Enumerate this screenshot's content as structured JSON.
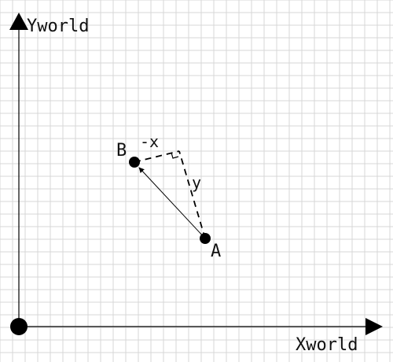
{
  "axes": {
    "y_label": "Yworld",
    "x_label": "Xworld"
  },
  "points": {
    "a_label": "A",
    "b_label": "B"
  },
  "components": {
    "x_label": "-x",
    "y_label": "y"
  },
  "colors": {
    "grid": "#d7d7d7",
    "ink": "#000000"
  }
}
